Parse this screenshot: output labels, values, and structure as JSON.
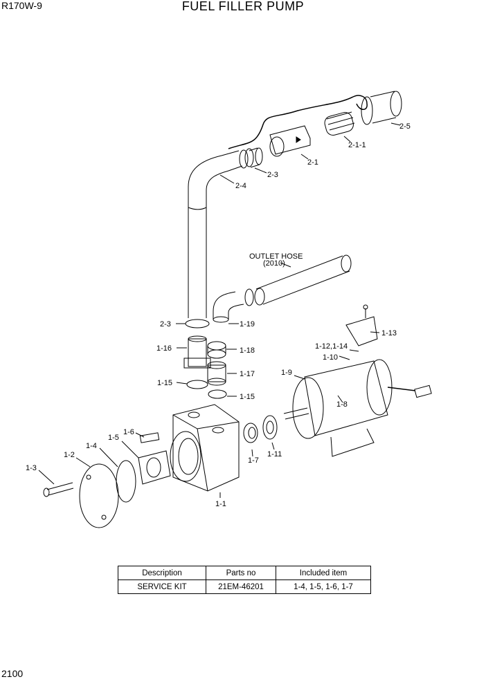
{
  "header": {
    "model": "R170W-9",
    "title": "FUEL FILLER PUMP"
  },
  "footer": {
    "page_number": "2100"
  },
  "callouts": {
    "p2_5": "2-5",
    "p2_1_1": "2-1-1",
    "p2_1": "2-1",
    "p2_3_top": "2-3",
    "p2_4": "2-4",
    "outlet_hose": "OUTLET HOSE",
    "outlet_hose_code": "(2010)",
    "p2_3_low": "2-3",
    "p1_19": "1-19",
    "p1_16": "1-16",
    "p1_18": "1-18",
    "p1_15_left": "1-15",
    "p1_17": "1-17",
    "p1_15_right": "1-15",
    "p1_13": "1-13",
    "p1_12_14": "1-12,1-14",
    "p1_10": "1-10",
    "p1_9": "1-9",
    "p1_8": "1-8",
    "p1_6": "1-6",
    "p1_5": "1-5",
    "p1_4": "1-4",
    "p1_2": "1-2",
    "p1_3": "1-3",
    "p1_7": "1-7",
    "p1_11": "1-11",
    "p1_1": "1-1"
  },
  "kit_table": {
    "headers": [
      "Description",
      "Parts no",
      "Included item"
    ],
    "rows": [
      [
        "SERVICE KIT",
        "21EM-46201",
        "1-4, 1-5, 1-6, 1-7"
      ]
    ]
  }
}
